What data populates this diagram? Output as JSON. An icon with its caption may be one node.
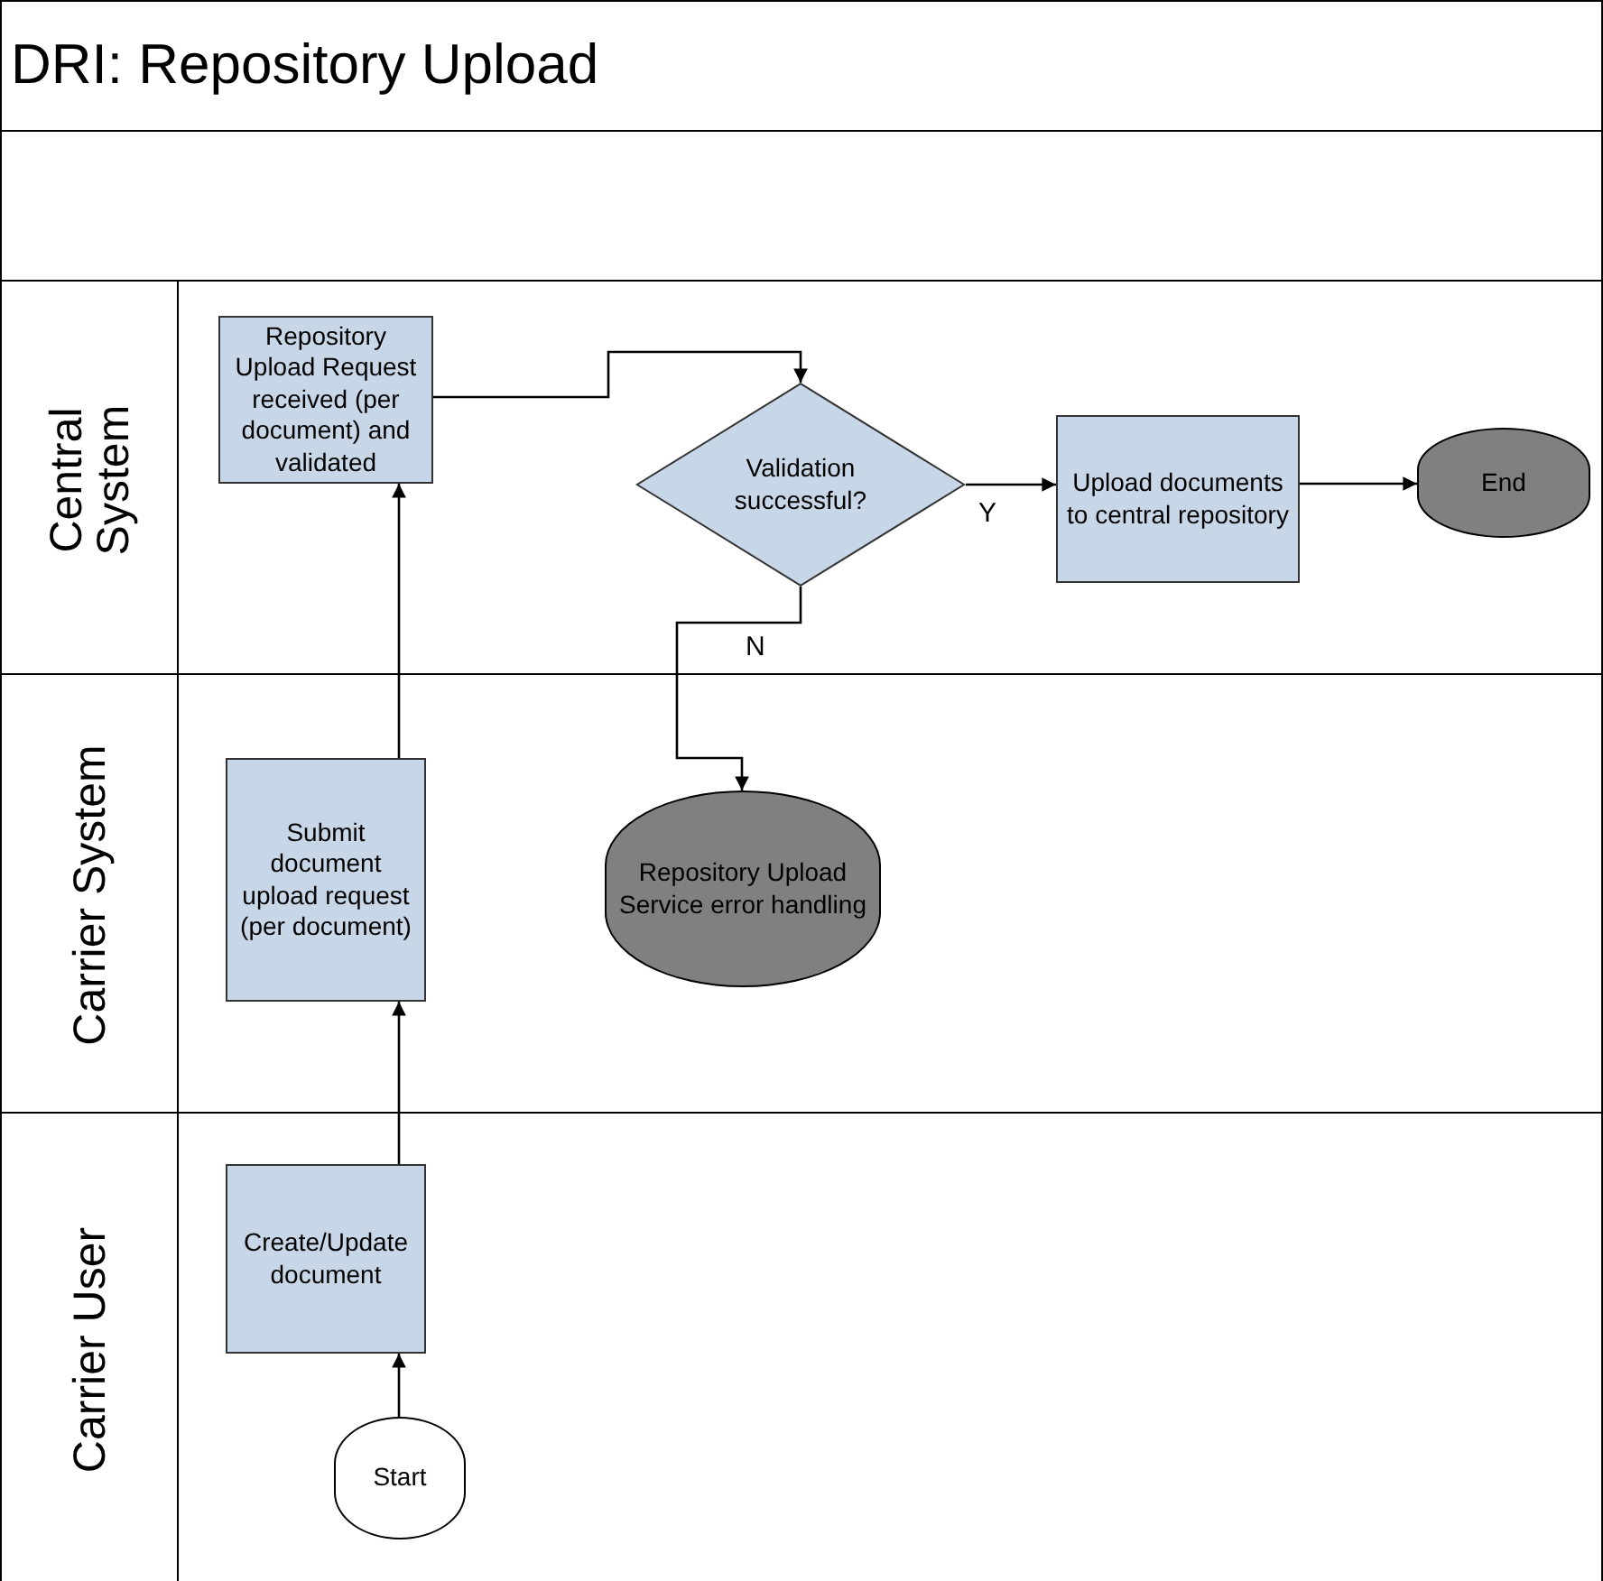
{
  "diagram": {
    "title": "DRI: Repository Upload",
    "nodes": [
      {
        "text": [
          "Central System"
        ]
      },
      {
        "text": [
          "Carrier System"
        ]
      },
      {
        "text": [
          "Carrier User"
        ]
      },
      {
        "text": [
          "Repository Upload Request received (per document) and validated"
        ],
        "in": 0
      },
      {
        "text": [
          "Validation successful?"
        ],
        "in": 0
      },
      {
        "text": [
          "Upload documents to central repository"
        ],
        "in": 0
      },
      {
        "text": [
          "End"
        ],
        "in": 0
      },
      {
        "text": [
          "Submit document upload request (per document)"
        ],
        "in": 1
      },
      {
        "text": [
          "Repository Upload Service error handling"
        ],
        "in": 1
      },
      {
        "text": [
          "Create/Update document"
        ],
        "in": 2
      },
      {
        "text": [
          "Start"
        ],
        "in": 2
      }
    ],
    "edges": [
      {
        "from": 10,
        "to": 9,
        "arrow": "to"
      },
      {
        "from": 9,
        "to": 7,
        "arrow": "to"
      },
      {
        "from": 7,
        "to": 3,
        "arrow": "to"
      },
      {
        "from": 3,
        "to": 4,
        "arrow": "to"
      },
      {
        "from": 4,
        "to": 5,
        "label": "Y",
        "arrow": "to"
      },
      {
        "from": 5,
        "to": 6,
        "arrow": "to"
      },
      {
        "from": 4,
        "to": 8,
        "label": "N",
        "arrow": "to"
      }
    ]
  }
}
